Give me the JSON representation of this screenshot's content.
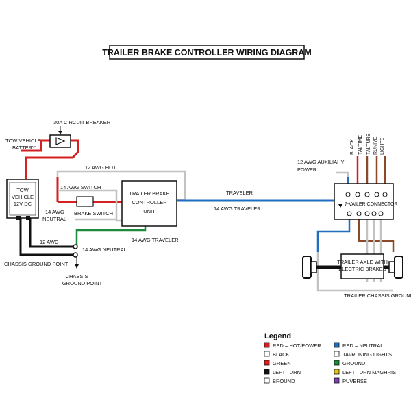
{
  "title": "TRAILER BRAKE CONTROLLER WIRING DIAGRAM",
  "labels": {
    "circuit_breaker": "30A CIRCUIT BREAKER",
    "battery_line1": "TOW VEHICLE",
    "battery_line2": "BATTERY",
    "tow_vehicle_line1": "TOW",
    "tow_vehicle_line2": "VEHICLE",
    "tow_vehicle_line3": "12V DC",
    "hot_12awg": "12 AWG HOT",
    "switch_14awg": "14 AWG SWITCH",
    "neutral_14awg_line1": "14 AWG",
    "neutral_14awg_line2": "NEUTRAL",
    "brake_switch": "BRAKE SWITCH",
    "controller_line1": "TRAILER BRAKE",
    "controller_line2": "CONTROLLER",
    "controller_line3": "UNIT",
    "awg12": "12 AWG",
    "neutral_bottom": "14 AWG NEUTRAL",
    "traveler_bottom": "14 AWG TRAVELER",
    "chassis_ground_point": "CHASSIS GROUND POINT",
    "chassis_line1": "CHASSIS",
    "chassis_line2": "GROUND POINT",
    "traveler": "TRAVELER",
    "traveler_14awg": "14 AWG TRAVELER",
    "aux_power_line1": "12 AWG AUXILIAHY",
    "aux_power_line2": "POWER",
    "wire_labels_vertical": [
      "BLACK",
      "TAI/TIME",
      "TAI/TURE",
      "RUNIYE",
      "LIGHTS"
    ],
    "connector": "7-VAILER CONNECTOR",
    "axle_line1": "TRAILER AXLE WITH",
    "axle_line2": "ELECTRIC BRAKES",
    "trailer_chassis_ground": "TRAILER CHASSIS GROUND"
  },
  "legend": {
    "title": "Legend",
    "left": [
      {
        "label": "RED = HOT/POWER",
        "color": "#d42020"
      },
      {
        "label": "BLACK",
        "color": "#ffffff"
      },
      {
        "label": "GREEN",
        "color": "#d42020"
      },
      {
        "label": "LEFT TURN",
        "color": "#111111"
      },
      {
        "label": "BROUND",
        "color": "#ffffff"
      }
    ],
    "right": [
      {
        "label": "RED = NEUTRAL",
        "color": "#1f6fbf"
      },
      {
        "label": "TAI/RUNING LIGHTS",
        "color": "#ffffff"
      },
      {
        "label": "GROUND",
        "color": "#1e8a3c"
      },
      {
        "label": "LEFT TURN  MAGHRIS",
        "color": "#e6c619"
      },
      {
        "label": "PUVERSE",
        "color": "#7b3fbf"
      }
    ]
  },
  "colors": {
    "red": "#d42020",
    "blue": "#1f6fbf",
    "green": "#1e8a3c",
    "black": "#111111",
    "brown": "#8a4a2a",
    "gray": "#b8b8b8"
  }
}
